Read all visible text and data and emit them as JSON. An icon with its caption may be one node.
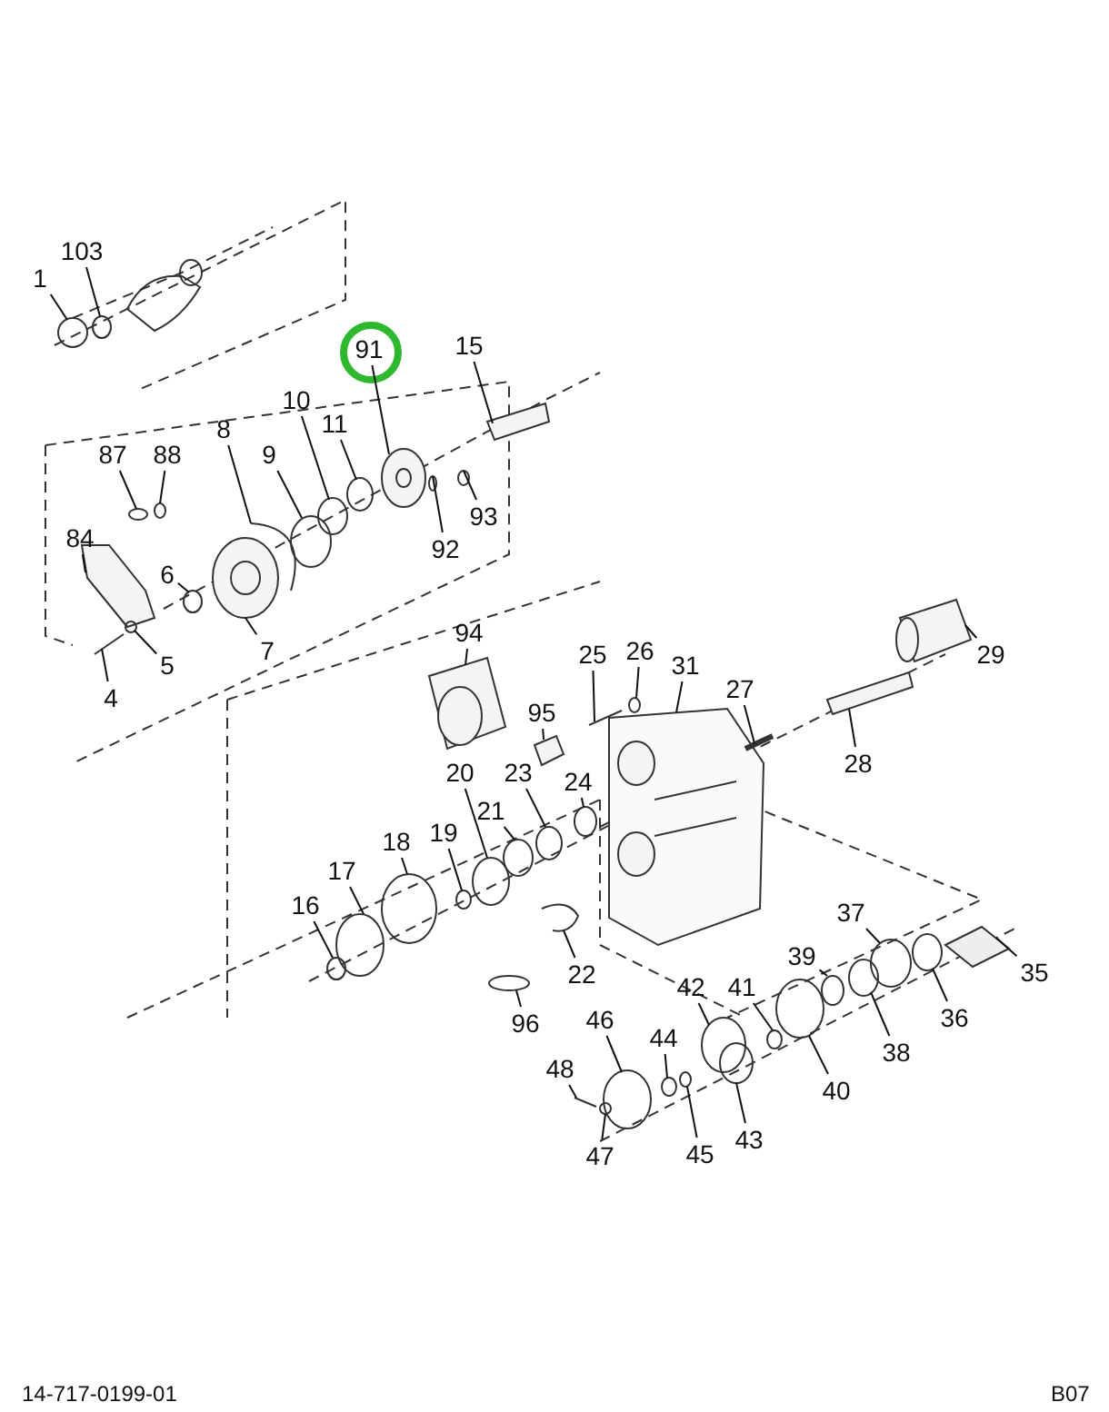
{
  "diagram": {
    "nodes": [
      {
        "text": [
          "1"
        ]
      },
      {
        "text": [
          "103"
        ]
      },
      {
        "text": [
          "91"
        ]
      },
      {
        "text": [
          "15"
        ]
      },
      {
        "text": [
          "10"
        ]
      },
      {
        "text": [
          "11"
        ]
      },
      {
        "text": [
          "8"
        ]
      },
      {
        "text": [
          "9"
        ]
      },
      {
        "text": [
          "87"
        ]
      },
      {
        "text": [
          "88"
        ]
      },
      {
        "text": [
          "84"
        ]
      },
      {
        "text": [
          "6"
        ]
      },
      {
        "text": [
          "93"
        ]
      },
      {
        "text": [
          "92"
        ]
      },
      {
        "text": [
          "7"
        ]
      },
      {
        "text": [
          "5"
        ]
      },
      {
        "text": [
          "4"
        ]
      },
      {
        "text": [
          "94"
        ]
      },
      {
        "text": [
          "25"
        ]
      },
      {
        "text": [
          "26"
        ]
      },
      {
        "text": [
          "31"
        ]
      },
      {
        "text": [
          "29"
        ]
      },
      {
        "text": [
          "27"
        ]
      },
      {
        "text": [
          "95"
        ]
      },
      {
        "text": [
          "28"
        ]
      },
      {
        "text": [
          "20"
        ]
      },
      {
        "text": [
          "23"
        ]
      },
      {
        "text": [
          "24"
        ]
      },
      {
        "text": [
          "21"
        ]
      },
      {
        "text": [
          "19"
        ]
      },
      {
        "text": [
          "18"
        ]
      },
      {
        "text": [
          "17"
        ]
      },
      {
        "text": [
          "16"
        ]
      },
      {
        "text": [
          "37"
        ]
      },
      {
        "text": [
          "39"
        ]
      },
      {
        "text": [
          "22"
        ]
      },
      {
        "text": [
          "35"
        ]
      },
      {
        "text": [
          "42"
        ]
      },
      {
        "text": [
          "41"
        ]
      },
      {
        "text": [
          "46"
        ]
      },
      {
        "text": [
          "36"
        ]
      },
      {
        "text": [
          "96"
        ]
      },
      {
        "text": [
          "44"
        ]
      },
      {
        "text": [
          "38"
        ]
      },
      {
        "text": [
          "48"
        ]
      },
      {
        "text": [
          "40"
        ]
      },
      {
        "text": [
          "43"
        ]
      },
      {
        "text": [
          "45"
        ]
      },
      {
        "text": [
          "47"
        ]
      },
      {
        "text": [],
        "shape": "circle"
      },
      {
        "text": [],
        "shape": "circle"
      },
      {
        "text": [],
        "shape": "picture"
      },
      {
        "text": [],
        "shape": "picture"
      },
      {
        "text": [],
        "shape": "circle"
      },
      {
        "text": [],
        "shape": "circle"
      },
      {
        "text": [],
        "shape": "picture"
      },
      {
        "text": [],
        "shape": "circle"
      },
      {
        "text": [],
        "shape": "circle"
      },
      {
        "text": [],
        "shape": "circle"
      },
      {
        "text": [],
        "shape": "picture"
      },
      {
        "text": [],
        "shape": "circle"
      },
      {
        "text": [],
        "shape": "circle"
      },
      {
        "text": [],
        "shape": "circle"
      },
      {
        "text": [],
        "shape": "picture"
      },
      {
        "text": [],
        "shape": "circle"
      },
      {
        "text": [],
        "shape": "picture"
      },
      {
        "text": [],
        "shape": "picture"
      },
      {
        "text": [],
        "shape": "picture"
      },
      {
        "text": [],
        "shape": "circle"
      },
      {
        "text": [],
        "shape": "picture"
      },
      {
        "text": [],
        "shape": "picture"
      },
      {
        "text": [],
        "shape": "picture"
      },
      {
        "text": [],
        "shape": "picture"
      },
      {
        "text": [],
        "shape": "picture"
      },
      {
        "text": [],
        "shape": "circle"
      },
      {
        "text": [],
        "shape": "circle"
      },
      {
        "text": [],
        "shape": "circle"
      },
      {
        "text": [],
        "shape": "circle"
      },
      {
        "text": [],
        "shape": "circle"
      },
      {
        "text": [],
        "shape": "circle"
      },
      {
        "text": [],
        "shape": "circle"
      },
      {
        "text": [],
        "shape": "circle"
      },
      {
        "text": [],
        "shape": "circle"
      },
      {
        "text": [],
        "shape": "circle"
      },
      {
        "text": [],
        "shape": "picture"
      },
      {
        "text": [],
        "shape": "picture"
      },
      {
        "text": [],
        "shape": "circle"
      },
      {
        "text": [],
        "shape": "circle"
      },
      {
        "text": [],
        "shape": "circle"
      },
      {
        "text": [],
        "shape": "circle"
      },
      {
        "text": [],
        "shape": "circle"
      },
      {
        "text": [],
        "shape": "circle"
      },
      {
        "text": [],
        "shape": "circle"
      },
      {
        "text": [],
        "shape": "picture"
      },
      {
        "text": [],
        "shape": "circle"
      },
      {
        "text": [],
        "shape": "circle"
      },
      {
        "text": [],
        "shape": "circle"
      },
      {
        "text": [],
        "shape": "circle"
      }
    ],
    "edges": [
      {
        "from": 0,
        "to": 49,
        "arrow": "none"
      },
      {
        "from": 1,
        "to": 50,
        "arrow": "none"
      },
      {
        "from": 2,
        "to": 51,
        "arrow": "none"
      },
      {
        "from": 3,
        "to": 52,
        "arrow": "none"
      },
      {
        "from": 4,
        "to": 53,
        "arrow": "none"
      },
      {
        "from": 5,
        "to": 54,
        "arrow": "none"
      },
      {
        "from": 6,
        "to": 55,
        "arrow": "none"
      },
      {
        "from": 7,
        "to": 56,
        "arrow": "none"
      },
      {
        "from": 8,
        "to": 57,
        "arrow": "none"
      },
      {
        "from": 9,
        "to": 58,
        "arrow": "none"
      },
      {
        "from": 10,
        "to": 59,
        "arrow": "none"
      },
      {
        "from": 11,
        "to": 60,
        "arrow": "none"
      },
      {
        "from": 12,
        "to": 61,
        "arrow": "none"
      },
      {
        "from": 13,
        "to": 62,
        "arrow": "none"
      },
      {
        "from": 14,
        "to": 63,
        "arrow": "none"
      },
      {
        "from": 15,
        "to": 64,
        "arrow": "none"
      },
      {
        "from": 16,
        "to": 65,
        "arrow": "none"
      },
      {
        "from": 17,
        "to": 66,
        "arrow": "none"
      },
      {
        "from": 18,
        "to": 67,
        "arrow": "none"
      },
      {
        "from": 19,
        "to": 68,
        "arrow": "none"
      },
      {
        "from": 20,
        "to": 69,
        "arrow": "none"
      },
      {
        "from": 21,
        "to": 70,
        "arrow": "none"
      },
      {
        "from": 22,
        "to": 71,
        "arrow": "none"
      },
      {
        "from": 23,
        "to": 72,
        "arrow": "none"
      },
      {
        "from": 24,
        "to": 73,
        "arrow": "none"
      },
      {
        "from": 25,
        "to": 74,
        "arrow": "none"
      },
      {
        "from": 26,
        "to": 75,
        "arrow": "none"
      },
      {
        "from": 27,
        "to": 76,
        "arrow": "none"
      },
      {
        "from": 28,
        "to": 77,
        "arrow": "none"
      },
      {
        "from": 29,
        "to": 78,
        "arrow": "none"
      },
      {
        "from": 30,
        "to": 79,
        "arrow": "none"
      },
      {
        "from": 31,
        "to": 80,
        "arrow": "none"
      },
      {
        "from": 32,
        "to": 81,
        "arrow": "none"
      },
      {
        "from": 33,
        "to": 82,
        "arrow": "none"
      },
      {
        "from": 34,
        "to": 83,
        "arrow": "none"
      },
      {
        "from": 35,
        "to": 84,
        "arrow": "none"
      },
      {
        "from": 36,
        "to": 85,
        "arrow": "none"
      },
      {
        "from": 37,
        "to": 86,
        "arrow": "none"
      },
      {
        "from": 38,
        "to": 87,
        "arrow": "none"
      },
      {
        "from": 39,
        "to": 88,
        "arrow": "none"
      },
      {
        "from": 40,
        "to": 89,
        "arrow": "none"
      },
      {
        "from": 41,
        "to": 90,
        "arrow": "none"
      },
      {
        "from": 42,
        "to": 91,
        "arrow": "none"
      },
      {
        "from": 43,
        "to": 92,
        "arrow": "none"
      },
      {
        "from": 44,
        "to": 93,
        "arrow": "none"
      },
      {
        "from": 45,
        "to": 94,
        "arrow": "none"
      },
      {
        "from": 46,
        "to": 95,
        "arrow": "none"
      },
      {
        "from": 47,
        "to": 96,
        "arrow": "none"
      },
      {
        "from": 48,
        "to": 97,
        "arrow": "none"
      }
    ],
    "labels": [
      "14-717-0199-01",
      "B07"
    ]
  }
}
